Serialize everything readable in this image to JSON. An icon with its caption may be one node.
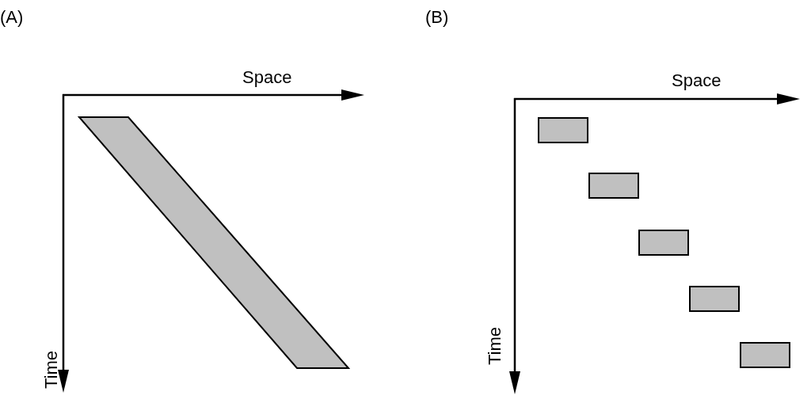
{
  "diagram": {
    "nodes": [
      {
        "text": [],
        "shape": "parallelogram"
      },
      {
        "text": [],
        "shape": "box"
      },
      {
        "text": [],
        "shape": "box"
      },
      {
        "text": [],
        "shape": "box"
      },
      {
        "text": [],
        "shape": "box"
      },
      {
        "text": [],
        "shape": "box"
      }
    ],
    "labels": [
      "(A)",
      "Space",
      "Time",
      "(B)",
      "Space",
      "Time"
    ]
  }
}
